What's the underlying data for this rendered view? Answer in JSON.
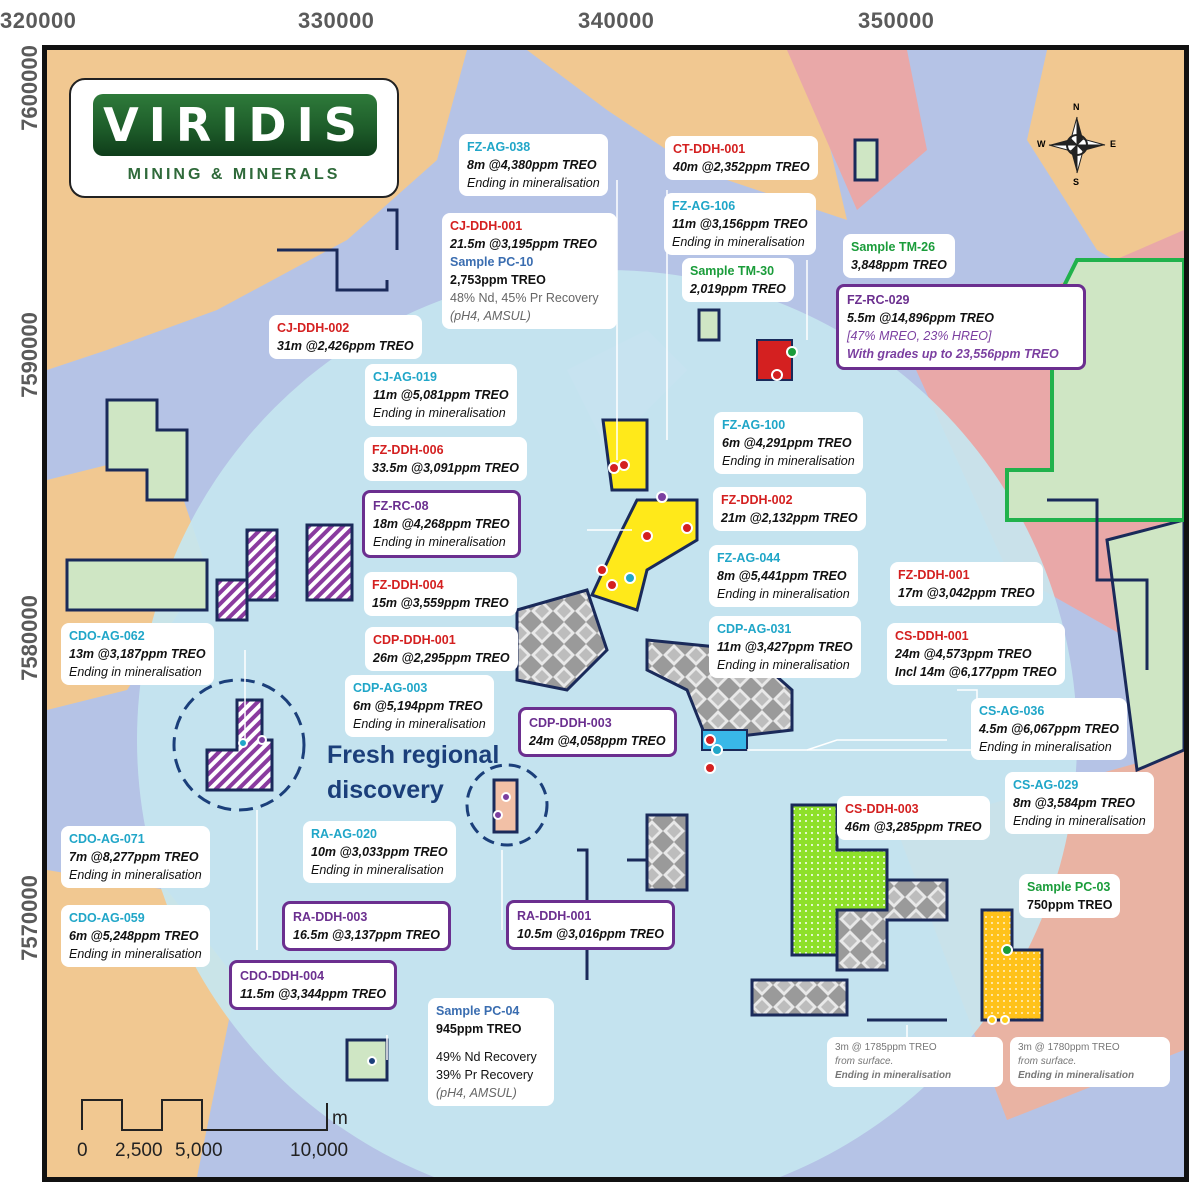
{
  "axes": {
    "x_ticks": [
      "320000",
      "330000",
      "340000",
      "350000"
    ],
    "y_ticks": [
      "7600000",
      "7590000",
      "7580000",
      "7570000"
    ]
  },
  "logo": {
    "word": "VIRIDIS",
    "sub": "MINING & MINERALS"
  },
  "labels": [
    {
      "id": "FZ-AG-038",
      "title": "FZ-AG-038",
      "color": "cyan",
      "value": "8m @4,380ppm TREO",
      "note": "Ending in mineralisation"
    },
    {
      "id": "CT-DDH-001",
      "title": "CT-DDH-001",
      "color": "red",
      "value": "40m @2,352ppm TREO"
    },
    {
      "id": "FZ-AG-106",
      "title": "FZ-AG-106",
      "color": "cyan",
      "value": "11m @3,156ppm TREO",
      "note": "Ending in mineralisation"
    },
    {
      "id": "CJ-DDH-001",
      "title": "CJ-DDH-001",
      "color": "red",
      "value": "21.5m @3,195ppm TREO",
      "extra_title": "Sample PC-10",
      "extra_value": "2,753ppm TREO",
      "extra_g1": "48% Nd, 45% Pr Recovery",
      "extra_g2": "(pH4, AMSUL)"
    },
    {
      "id": "TM-26",
      "title": "Sample TM-26",
      "color": "green",
      "value": "3,848ppm TREO"
    },
    {
      "id": "TM-30",
      "title": "Sample TM-30",
      "color": "green",
      "value": "2,019ppm TREO"
    },
    {
      "id": "FZ-RC-029",
      "title": "FZ-RC-029",
      "color": "purple",
      "value": "5.5m @14,896ppm TREO",
      "p1": "[47% MREO, 23% HREO]",
      "p2": "With grades up to 23,556ppm TREO"
    },
    {
      "id": "CJ-DDH-002",
      "title": "CJ-DDH-002",
      "color": "red",
      "value": "31m @2,426ppm TREO"
    },
    {
      "id": "CJ-AG-019",
      "title": "CJ-AG-019",
      "color": "cyan",
      "value": "11m @5,081ppm TREO",
      "note": "Ending in mineralisation"
    },
    {
      "id": "FZ-AG-100",
      "title": "FZ-AG-100",
      "color": "cyan",
      "value": "6m @4,291ppm TREO",
      "note": "Ending in mineralisation"
    },
    {
      "id": "FZ-DDH-006",
      "title": "FZ-DDH-006",
      "color": "red",
      "value": "33.5m @3,091ppm TREO"
    },
    {
      "id": "FZ-RC-08",
      "title": "FZ-RC-08",
      "color": "purple",
      "value": "18m @4,268ppm TREO",
      "note": "Ending in mineralisation"
    },
    {
      "id": "FZ-DDH-002",
      "title": "FZ-DDH-002",
      "color": "red",
      "value": "21m @2,132ppm TREO"
    },
    {
      "id": "FZ-AG-044",
      "title": "FZ-AG-044",
      "color": "cyan",
      "value": "8m @5,441ppm TREO",
      "note": "Ending in mineralisation"
    },
    {
      "id": "FZ-DDH-001",
      "title": "FZ-DDH-001",
      "color": "red",
      "value": "17m @3,042ppm TREO"
    },
    {
      "id": "FZ-DDH-004",
      "title": "FZ-DDH-004",
      "color": "red",
      "value": "15m @3,559ppm TREO"
    },
    {
      "id": "CDO-AG-062",
      "title": "CDO-AG-062",
      "color": "cyan",
      "value": "13m @3,187ppm TREO",
      "note": "Ending in mineralisation"
    },
    {
      "id": "CDP-DDH-001",
      "title": "CDP-DDH-001",
      "color": "red",
      "value": "26m @2,295ppm TREO"
    },
    {
      "id": "CDP-AG-031",
      "title": "CDP-AG-031",
      "color": "cyan",
      "value": "11m @3,427ppm TREO",
      "note": "Ending in mineralisation"
    },
    {
      "id": "CS-DDH-001",
      "title": "CS-DDH-001",
      "color": "red",
      "value": "24m @4,573ppm TREO",
      "note2": "Incl 14m @6,177ppm TREO"
    },
    {
      "id": "CDP-AG-003",
      "title": "CDP-AG-003",
      "color": "cyan",
      "value": "6m @5,194ppm TREO",
      "note": "Ending in mineralisation"
    },
    {
      "id": "CDP-DDH-003",
      "title": "CDP-DDH-003",
      "color": "purple",
      "value": "24m @4,058ppm TREO"
    },
    {
      "id": "CS-AG-036",
      "title": "CS-AG-036",
      "color": "cyan",
      "value": "4.5m @6,067ppm TREO",
      "note": "Ending in mineralisation"
    },
    {
      "id": "CS-AG-029",
      "title": "CS-AG-029",
      "color": "cyan",
      "value": "8m @3,584pm TREO",
      "note": "Ending in mineralisation"
    },
    {
      "id": "CS-DDH-003",
      "title": "CS-DDH-003",
      "color": "red",
      "value": "46m @3,285ppm TREO"
    },
    {
      "id": "RA-AG-020",
      "title": "RA-AG-020",
      "color": "cyan",
      "value": "10m @3,033ppm TREO",
      "note": "Ending in mineralisation"
    },
    {
      "id": "CDO-AG-071",
      "title": "CDO-AG-071",
      "color": "cyan",
      "value": "7m @8,277ppm TREO",
      "note": "Ending in mineralisation"
    },
    {
      "id": "PC-03",
      "title": "Sample PC-03",
      "color": "green",
      "value": "750ppm TREO"
    },
    {
      "id": "CDO-AG-059",
      "title": "CDO-AG-059",
      "color": "cyan",
      "value": "6m @5,248ppm TREO",
      "note": "Ending in mineralisation"
    },
    {
      "id": "RA-DDH-003",
      "title": "RA-DDH-003",
      "color": "purple",
      "value": "16.5m @3,137ppm TREO"
    },
    {
      "id": "RA-DDH-001",
      "title": "RA-DDH-001",
      "color": "purple",
      "value": "10.5m @3,016ppm TREO"
    },
    {
      "id": "CDO-DDH-004",
      "title": "CDO-DDH-004",
      "color": "purple",
      "value": "11.5m @3,344ppm TREO"
    },
    {
      "id": "PC-04",
      "title": "Sample PC-04",
      "color": "blue",
      "value": "945ppm TREO",
      "g1": "49% Nd Recovery",
      "g2": "39% Pr Recovery",
      "g3": "(pH4, AMSUL)"
    }
  ],
  "small_labels": [
    {
      "id": "sm1",
      "l1": "3m @ 1785ppm TREO",
      "l2": "from surface.",
      "l3": "Ending in mineralisation"
    },
    {
      "id": "sm2",
      "l1": "3m @ 1780ppm TREO",
      "l2": "from surface.",
      "l3": "Ending in mineralisation"
    }
  ],
  "discovery": {
    "line1": "Fresh regional",
    "line2": "discovery"
  },
  "scale": {
    "t0": "0",
    "t1": "2,500",
    "t2": "5,000",
    "t3": "10,000",
    "unit": "m"
  },
  "compass": {
    "n": "N",
    "s": "S",
    "e": "E",
    "w": "W"
  },
  "colors": {
    "red": "#d42020",
    "cyan": "#20a6c8",
    "green": "#1a9c3a",
    "purple": "#6b2f8f",
    "tenement": "#cfe6c4",
    "yellow": "#ffe91a"
  }
}
